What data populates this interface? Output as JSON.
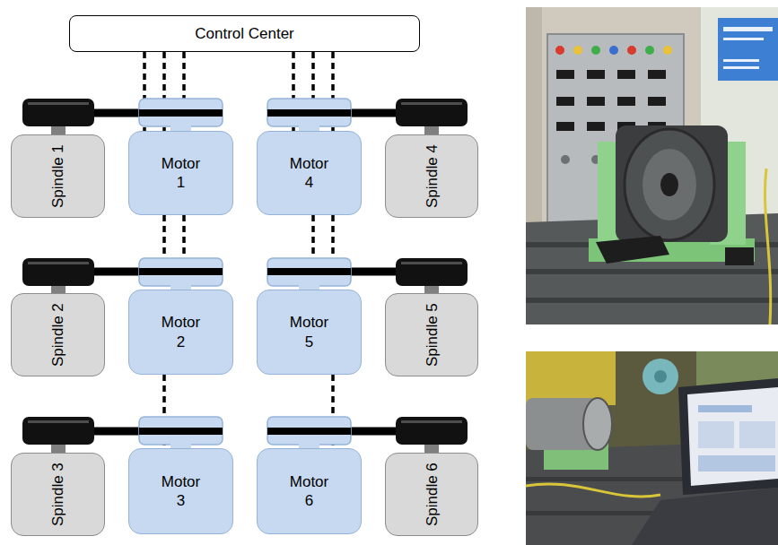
{
  "diagram": {
    "nodes": [
      {
        "text": [
          "Control Center"
        ]
      },
      {
        "text": [
          "Spindle 1"
        ]
      },
      {
        "text": [
          "Motor 1"
        ]
      },
      {
        "text": [
          "Motor 4"
        ]
      },
      {
        "text": [
          "Spindle 4"
        ]
      },
      {
        "text": [
          "Spindle 2"
        ]
      },
      {
        "text": [
          "Motor 2"
        ]
      },
      {
        "text": [
          "Motor 5"
        ]
      },
      {
        "text": [
          "Spindle 5"
        ]
      },
      {
        "text": [
          "Spindle 3"
        ]
      },
      {
        "text": [
          "Motor 3"
        ]
      },
      {
        "text": [
          "Motor 6"
        ]
      },
      {
        "text": [
          "Spindle 6"
        ]
      }
    ],
    "edges": [
      {
        "from": 0,
        "to": 2,
        "arrow": "none"
      },
      {
        "from": 0,
        "to": 2,
        "arrow": "none"
      },
      {
        "from": 0,
        "to": 2,
        "arrow": "none"
      },
      {
        "from": 0,
        "to": 3,
        "arrow": "none"
      },
      {
        "from": 0,
        "to": 3,
        "arrow": "none"
      },
      {
        "from": 0,
        "to": 3,
        "arrow": "none"
      },
      {
        "from": 2,
        "to": 6,
        "arrow": "none"
      },
      {
        "from": 2,
        "to": 6,
        "arrow": "none"
      },
      {
        "from": 6,
        "to": 10,
        "arrow": "none"
      },
      {
        "from": 3,
        "to": 7,
        "arrow": "none"
      },
      {
        "from": 3,
        "to": 7,
        "arrow": "none"
      },
      {
        "from": 7,
        "to": 11,
        "arrow": "none"
      },
      {
        "from": 1,
        "to": 2,
        "arrow": "none"
      },
      {
        "from": 3,
        "to": 4,
        "arrow": "none"
      },
      {
        "from": 5,
        "to": 6,
        "arrow": "none"
      },
      {
        "from": 7,
        "to": 8,
        "arrow": "none"
      },
      {
        "from": 9,
        "to": 10,
        "arrow": "none"
      },
      {
        "from": 11,
        "to": 12,
        "arrow": "none"
      }
    ]
  }
}
